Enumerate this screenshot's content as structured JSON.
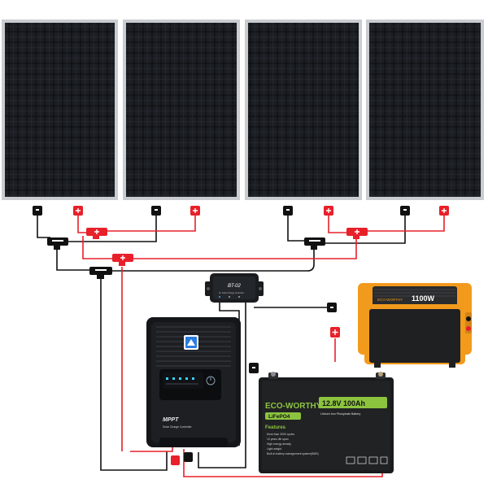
{
  "panels": {
    "count": 4
  },
  "bt_module": {
    "title": "BT-02",
    "subtitle": "for Solar Charge Controller"
  },
  "controller": {
    "brand": "MPPT",
    "subtitle": "Solar Charge Controller"
  },
  "inverter": {
    "brand": "ECO-WORTHY",
    "rating": "1100W"
  },
  "battery": {
    "brand": "ECO-WORTHY",
    "chemistry_badge": "LiFePO4",
    "rating": "12.8V 100Ah",
    "type_label": "Lithium Iron Phosphate Battery",
    "features_title": "Features",
    "features": [
      "More than 3000 cycles",
      "10 years life span",
      "High energy density",
      "Light weight",
      "Built-in battery management system(BMS)"
    ]
  },
  "colors": {
    "positive_wire": "#e8202a",
    "negative_wire": "#111111",
    "inverter_orange": "#f29a1c",
    "battery_green": "#8dc43f",
    "panel_frame": "#c9ccd0"
  }
}
